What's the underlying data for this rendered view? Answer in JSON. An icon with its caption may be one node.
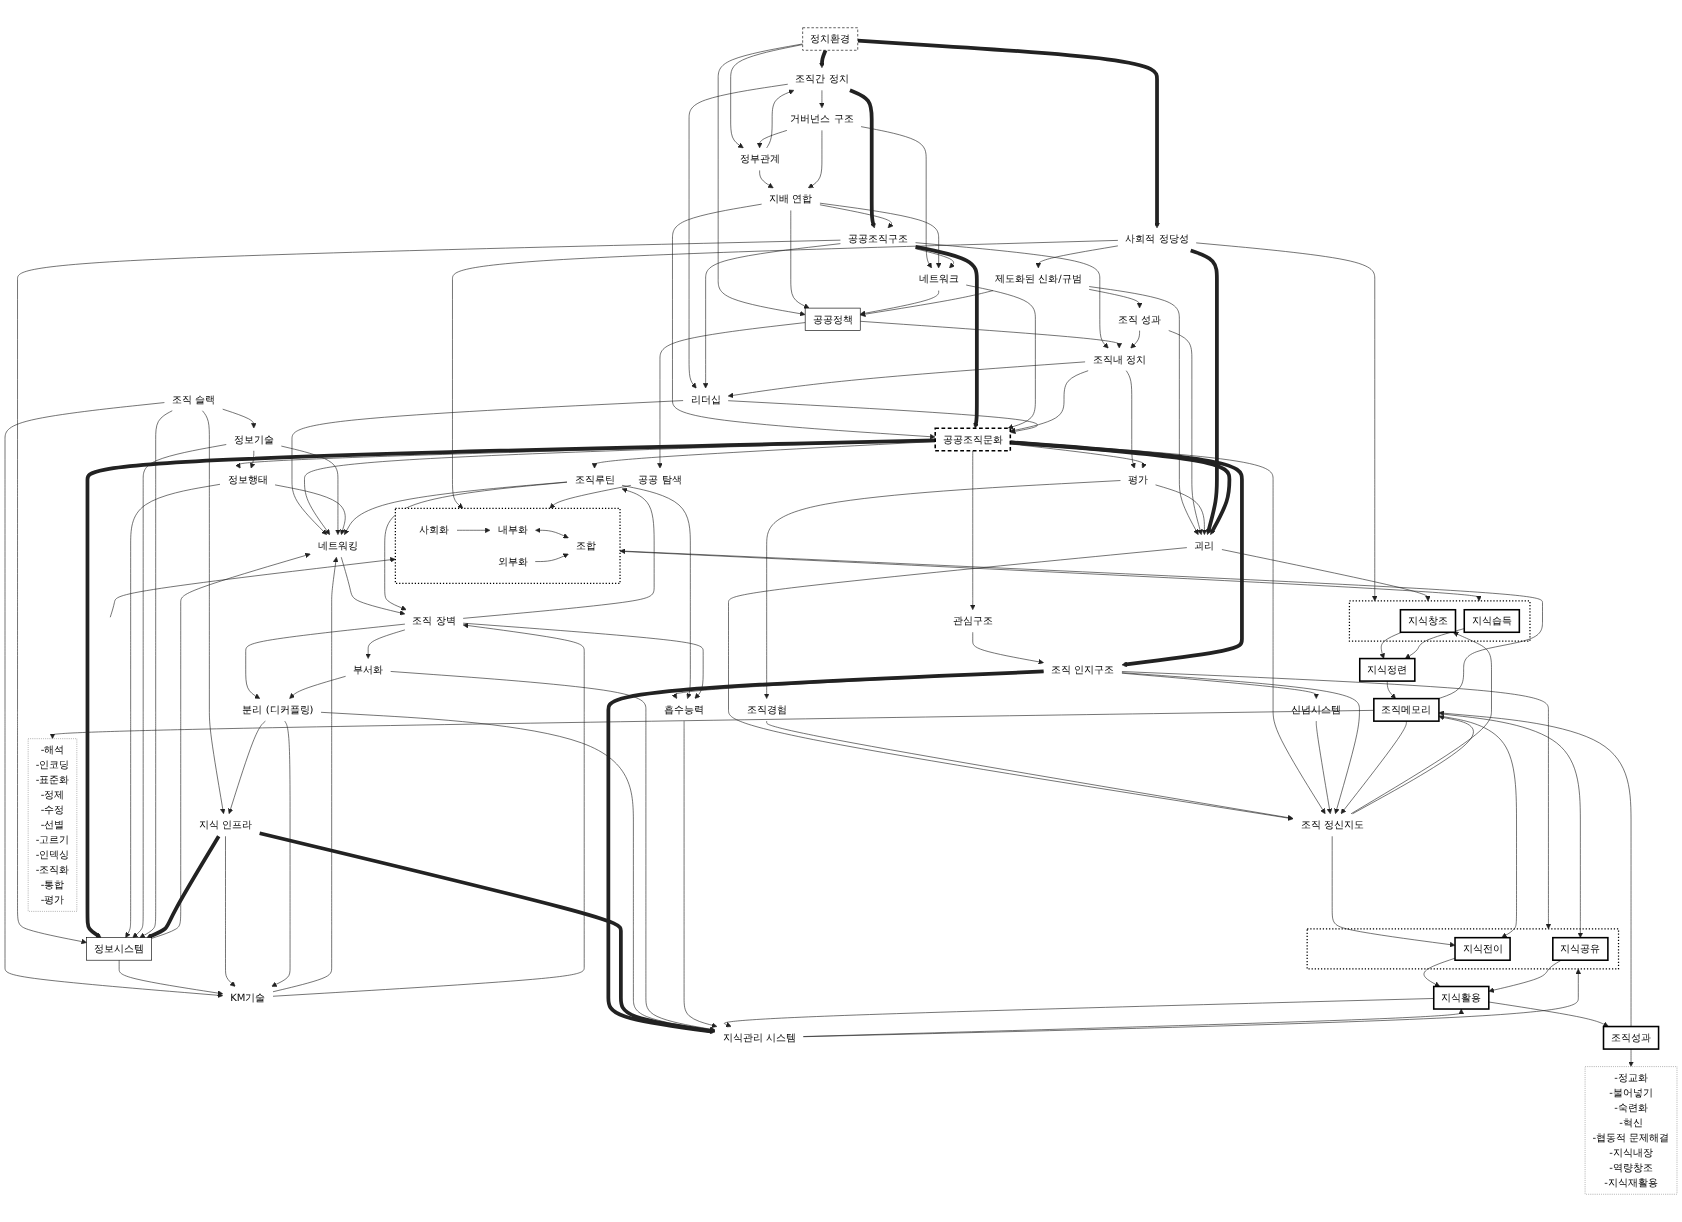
{
  "diagram": {
    "nodes": [
      {
        "text": [
          "조직간 정치"
        ]
      },
      {
        "text": [
          "정보시스템"
        ]
      },
      {
        "text": [
          "거버넌스 구조"
        ]
      },
      {
        "text": [
          "조직 슬랙"
        ]
      },
      {
        "text": [
          "공공조직구조"
        ]
      },
      {
        "text": [
          "정부관계"
        ]
      },
      {
        "text": [
          "정보기술"
        ]
      },
      {
        "text": [
          "정보행태"
        ]
      },
      {
        "text": [
          "네트워크"
        ]
      },
      {
        "text": [
          "KM기술"
        ]
      },
      {
        "text": [
          "지식 인프라"
        ]
      },
      {
        "text": [
          "정치환경"
        ]
      },
      {
        "text": [
          "지배 연합"
        ]
      },
      {
        "text": [
          "네트워킹"
        ]
      },
      {
        "text": [
          "리더십"
        ]
      },
      {
        "text": [
          "조직 장벽"
        ]
      },
      {
        "text": [
          "공공정책"
        ]
      },
      {
        "text": [
          "조직내 정치"
        ]
      },
      {
        "text": [
          "분리 (디커플링)"
        ]
      },
      {
        "text": [
          "공공조직문화"
        ]
      },
      {
        "text": [
          "조직루틴"
        ]
      },
      {
        "text": [
          "부서화"
        ]
      },
      {
        "text": [
          "제도화된 신화/규범"
        ]
      },
      {
        "text": [
          "평가"
        ]
      },
      {
        "text": [
          "공공 탐색"
        ]
      },
      {
        "text": [
          "관심구조"
        ]
      },
      {
        "text": [
          "흡수능력"
        ]
      },
      {
        "text": [
          "사회적 정당성"
        ]
      },
      {
        "text": [
          "조직 성과"
        ]
      },
      {
        "text": [
          "조직경험"
        ]
      },
      {
        "text": [
          "조직 인지구조"
        ]
      },
      {
        "text": [
          "괴리"
        ]
      },
      {
        "text": [
          "지식관리 시스템"
        ]
      },
      {
        "text": [
          "신념시스템"
        ]
      },
      {
        "text": [
          "조직 정신지도"
        ]
      },
      {
        "text": [],
        "shape": "box"
      },
      {
        "text": [
          "사회화"
        ],
        "in": 35
      },
      {
        "text": [
          "내부화"
        ],
        "in": 35
      },
      {
        "text": [
          "조합"
        ],
        "in": 35
      },
      {
        "text": [
          "외부화"
        ],
        "in": 35
      },
      {
        "text": [],
        "shape": "box"
      },
      {
        "text": [
          "지식창조"
        ],
        "in": 40
      },
      {
        "text": [
          "지식습득"
        ],
        "in": 40
      },
      {
        "text": [
          "지식정련"
        ]
      },
      {
        "text": [
          "조직메모리"
        ]
      },
      {
        "text": [],
        "shape": "box"
      },
      {
        "text": [
          "지식전이"
        ],
        "in": 45
      },
      {
        "text": [
          "지식공유"
        ],
        "in": 45
      },
      {
        "text": [
          "지식활용"
        ]
      },
      {
        "text": [
          "조직성과"
        ]
      },
      {
        "text": [
          "-해석",
          "-인코딩",
          "-표준화",
          "-정제",
          "-수정",
          "-선별",
          "-고르기",
          "-인덱싱",
          "-조직화",
          "-통합",
          "-평가"
        ]
      },
      {
        "text": [
          "-정교화",
          "-불어넣기",
          "-숙련화",
          "-혁신",
          "-협동적 문제해결",
          "-지식내장",
          "-역량창조",
          "-지식재활용"
        ]
      }
    ],
    "edges": [
      {
        "from": 11,
        "to": 0,
        "arrow": "to",
        "style": "thick"
      },
      {
        "from": 11,
        "to": 5,
        "arrow": "to"
      },
      {
        "from": 11,
        "to": 16,
        "arrow": "to"
      },
      {
        "from": 11,
        "to": 27,
        "arrow": "to",
        "style": "thick"
      },
      {
        "from": 5,
        "to": 0,
        "arrow": "to"
      },
      {
        "from": 5,
        "to": 12,
        "arrow": "to"
      },
      {
        "from": 2,
        "to": 5,
        "arrow": "to"
      },
      {
        "from": 0,
        "to": 2,
        "arrow": "to"
      },
      {
        "from": 0,
        "to": 4,
        "arrow": "to",
        "style": "thick"
      },
      {
        "from": 0,
        "to": 14,
        "arrow": "to"
      },
      {
        "from": 2,
        "to": 12,
        "arrow": "to"
      },
      {
        "from": 2,
        "to": 8,
        "arrow": "to"
      },
      {
        "from": 12,
        "to": 8,
        "arrow": "to"
      },
      {
        "from": 12,
        "to": 16,
        "arrow": "to"
      },
      {
        "from": 12,
        "to": 19,
        "arrow": "to"
      },
      {
        "from": 12,
        "to": 4,
        "arrow": "to"
      },
      {
        "from": 4,
        "to": 8,
        "arrow": "to"
      },
      {
        "from": 4,
        "to": 14,
        "arrow": "to"
      },
      {
        "from": 4,
        "to": 19,
        "arrow": "to",
        "style": "thick"
      },
      {
        "from": 4,
        "to": 1,
        "arrow": "to"
      },
      {
        "from": 4,
        "to": 17,
        "arrow": "to"
      },
      {
        "from": 8,
        "to": 19,
        "arrow": "to"
      },
      {
        "from": 8,
        "to": 16,
        "arrow": "to"
      },
      {
        "from": 16,
        "to": 17,
        "arrow": "to"
      },
      {
        "from": 16,
        "to": 24,
        "arrow": "to"
      },
      {
        "from": 22,
        "to": 16,
        "arrow": "to"
      },
      {
        "from": 22,
        "to": 28,
        "arrow": "to"
      },
      {
        "from": 22,
        "to": 31,
        "arrow": "to"
      },
      {
        "from": 17,
        "to": 14,
        "arrow": "to"
      },
      {
        "from": 17,
        "to": 19,
        "arrow": "to"
      },
      {
        "from": 17,
        "to": 23,
        "arrow": "to"
      },
      {
        "from": 14,
        "to": 19,
        "arrow": "to"
      },
      {
        "from": 14,
        "to": 13,
        "arrow": "to"
      },
      {
        "from": 28,
        "to": 17,
        "arrow": "to"
      },
      {
        "from": 28,
        "to": 31,
        "arrow": "to"
      },
      {
        "from": 19,
        "to": 23,
        "arrow": "to"
      },
      {
        "from": 23,
        "to": 31,
        "arrow": "to"
      },
      {
        "from": 23,
        "to": 29,
        "arrow": "to"
      },
      {
        "from": 27,
        "to": 22,
        "arrow": "to"
      },
      {
        "from": 27,
        "to": 31,
        "arrow": "to",
        "style": "thick"
      },
      {
        "from": 27,
        "to": 40,
        "arrow": "to"
      },
      {
        "from": 27,
        "to": 35,
        "arrow": "to"
      },
      {
        "from": 24,
        "to": 35,
        "arrow": "to"
      },
      {
        "from": 31,
        "to": 40,
        "arrow": "to"
      },
      {
        "from": 31,
        "to": 34,
        "arrow": "to"
      },
      {
        "from": 19,
        "to": 31,
        "arrow": "to",
        "style": "thick"
      },
      {
        "from": 29,
        "to": 34,
        "arrow": "to"
      },
      {
        "from": 19,
        "to": 34,
        "arrow": "to"
      },
      {
        "from": 30,
        "to": 33,
        "arrow": "to"
      },
      {
        "from": 33,
        "to": 34,
        "arrow": "to"
      },
      {
        "from": 30,
        "to": 34,
        "arrow": "to"
      },
      {
        "from": 30,
        "to": 45,
        "arrow": "to"
      },
      {
        "from": 30,
        "to": 32,
        "arrow": "to",
        "style": "thick"
      },
      {
        "from": 30,
        "to": 26,
        "arrow": "to"
      },
      {
        "from": 25,
        "to": 30,
        "arrow": "to"
      },
      {
        "from": 19,
        "to": 25,
        "arrow": "to"
      },
      {
        "from": 19,
        "to": 30,
        "arrow": "to",
        "style": "thick"
      },
      {
        "from": 19,
        "to": 20,
        "arrow": "to"
      },
      {
        "from": 19,
        "to": 13,
        "arrow": "to"
      },
      {
        "from": 19,
        "to": 7,
        "arrow": "to"
      },
      {
        "from": 19,
        "to": 1,
        "arrow": "to",
        "style": "thick"
      },
      {
        "from": 7,
        "to": 1,
        "arrow": "to"
      },
      {
        "from": 6,
        "to": 7,
        "arrow": "to"
      },
      {
        "from": 6,
        "to": 1,
        "arrow": "to"
      },
      {
        "from": 6,
        "to": 13,
        "arrow": "to"
      },
      {
        "from": 7,
        "to": 13,
        "arrow": "to"
      },
      {
        "from": 3,
        "to": 6,
        "arrow": "to"
      },
      {
        "from": 3,
        "to": 9,
        "arrow": "to"
      },
      {
        "from": 3,
        "to": 10,
        "arrow": "to"
      },
      {
        "from": 3,
        "to": 1,
        "arrow": "to"
      },
      {
        "from": 1,
        "to": 9,
        "arrow": "to"
      },
      {
        "from": 1,
        "to": 13,
        "arrow": "to"
      },
      {
        "from": 10,
        "to": 1,
        "arrow": "to",
        "style": "thick"
      },
      {
        "from": 10,
        "to": 9,
        "arrow": "to"
      },
      {
        "from": 10,
        "to": 32,
        "arrow": "to",
        "style": "thick"
      },
      {
        "from": 9,
        "to": 13,
        "arrow": "to"
      },
      {
        "from": 9,
        "to": 15,
        "arrow": "to"
      },
      {
        "from": 13,
        "to": 15,
        "arrow": "to"
      },
      {
        "from": 20,
        "to": 13,
        "arrow": "to"
      },
      {
        "from": 20,
        "to": 15,
        "arrow": "to"
      },
      {
        "from": 20,
        "to": 26,
        "arrow": "to"
      },
      {
        "from": 15,
        "to": 20,
        "arrow": "to"
      },
      {
        "from": 15,
        "to": 18,
        "arrow": "to"
      },
      {
        "from": 15,
        "to": 21,
        "arrow": "to"
      },
      {
        "from": 15,
        "to": 26,
        "arrow": "to"
      },
      {
        "from": 21,
        "to": 18,
        "arrow": "to"
      },
      {
        "from": 18,
        "to": 9,
        "arrow": "to"
      },
      {
        "from": 18,
        "to": 10,
        "arrow": "to"
      },
      {
        "from": 18,
        "to": 32,
        "arrow": "to"
      },
      {
        "from": 21,
        "to": 32,
        "arrow": "to"
      },
      {
        "from": 26,
        "to": 32,
        "arrow": "to"
      },
      {
        "from": 32,
        "to": 45,
        "arrow": "to"
      },
      {
        "from": 34,
        "to": 41,
        "arrow": "to"
      },
      {
        "from": 34,
        "to": 46,
        "arrow": "to"
      },
      {
        "from": 34,
        "to": 44,
        "arrow": "to"
      },
      {
        "from": 44,
        "to": 34,
        "arrow": "to"
      },
      {
        "from": 36,
        "to": 37,
        "arrow": "to"
      },
      {
        "from": 37,
        "to": 38,
        "arrow": "both"
      },
      {
        "from": 39,
        "to": 38,
        "arrow": "to"
      },
      {
        "from": 35,
        "to": 40,
        "arrow": "to"
      },
      {
        "from": 41,
        "to": 43,
        "arrow": "to"
      },
      {
        "from": 42,
        "to": 43,
        "arrow": "to"
      },
      {
        "from": 43,
        "to": 44,
        "arrow": "to"
      },
      {
        "from": 44,
        "to": 50,
        "arrow": "to"
      },
      {
        "from": 44,
        "to": 46,
        "arrow": "to"
      },
      {
        "from": 44,
        "to": 47,
        "arrow": "to"
      },
      {
        "from": 46,
        "to": 48,
        "arrow": "to"
      },
      {
        "from": 47,
        "to": 48,
        "arrow": "to"
      },
      {
        "from": 32,
        "to": 48,
        "arrow": "to"
      },
      {
        "from": 48,
        "to": 32,
        "arrow": "to"
      },
      {
        "from": 48,
        "to": 49,
        "arrow": "to"
      },
      {
        "from": 49,
        "to": 51,
        "arrow": "to"
      },
      {
        "from": 49,
        "to": 44,
        "arrow": "to"
      },
      {
        "from": 44,
        "to": 35,
        "arrow": "to"
      },
      {
        "from": null,
        "to": 35,
        "arrow": "to"
      }
    ]
  }
}
